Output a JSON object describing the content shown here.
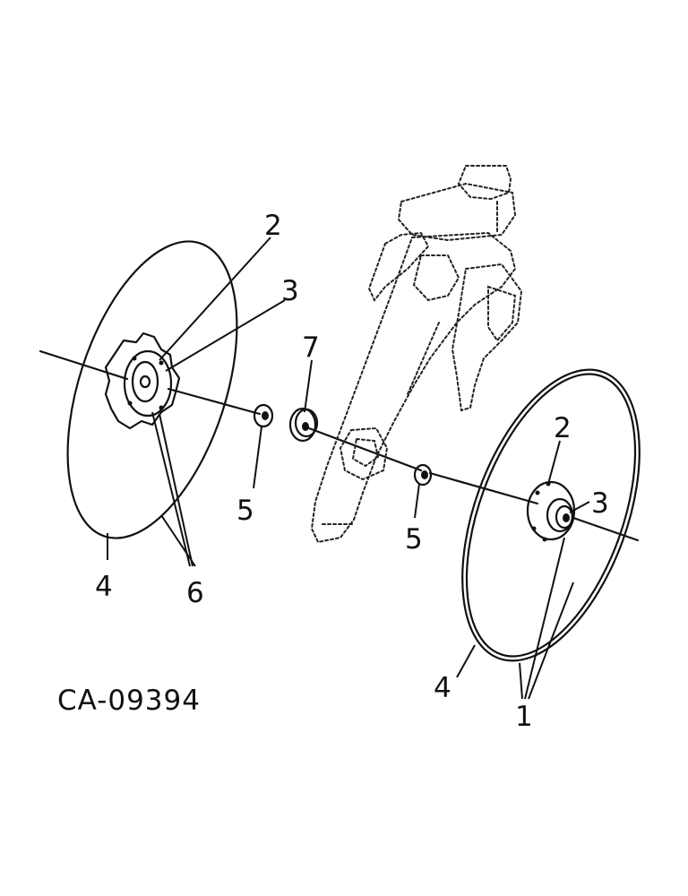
{
  "drawing_code": "CA-09394",
  "callouts": {
    "left_2": "2",
    "left_3": "3",
    "left_4": "4",
    "left_6": "6",
    "left_5": "5",
    "center_7": "7",
    "right_5": "5",
    "right_2": "2",
    "right_3": "3",
    "right_4": "4",
    "right_1": "1"
  }
}
